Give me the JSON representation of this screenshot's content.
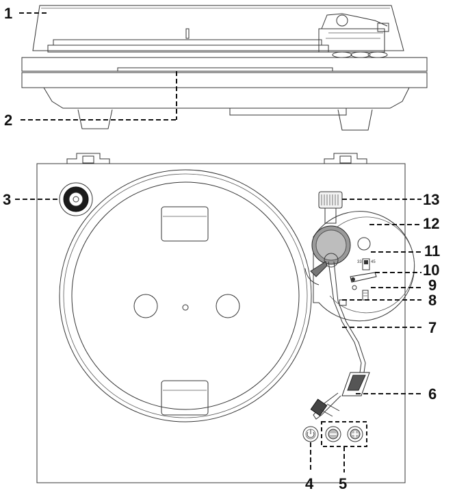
{
  "callouts": {
    "c1": "1",
    "c2": "2",
    "c3": "3",
    "c4": "4",
    "c5": "5",
    "c6": "6",
    "c7": "7",
    "c8": "8",
    "c9": "9",
    "c10": "10",
    "c11": "11",
    "c12": "12",
    "c13": "13"
  },
  "switch_marks": {
    "speed_a": "33",
    "speed_b": "45"
  },
  "icons": {
    "power": "power-icon",
    "volume_down": "minus-icon",
    "volume_up": "plus-icon"
  }
}
